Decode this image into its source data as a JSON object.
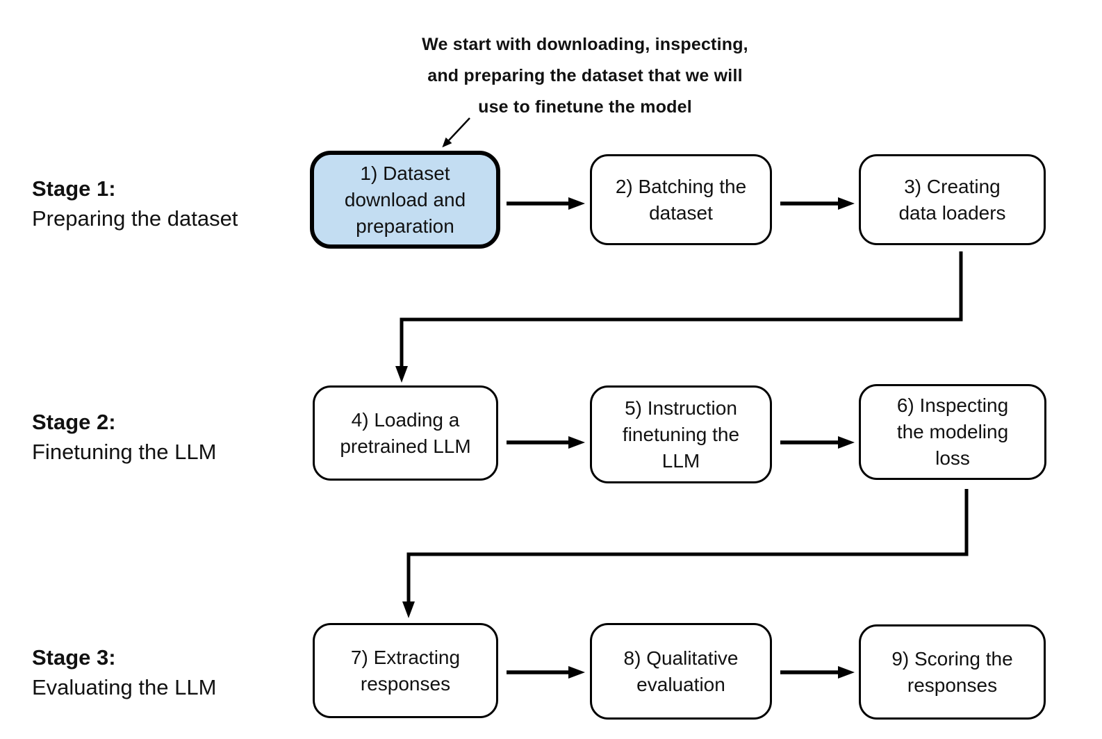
{
  "annotation": {
    "lines": [
      "We start with downloading, inspecting,",
      "and preparing the dataset that we will",
      "use to finetune the model"
    ]
  },
  "stages": [
    {
      "title": "Stage 1:",
      "subtitle": "Preparing the dataset"
    },
    {
      "title": "Stage 2:",
      "subtitle": "Finetuning the LLM"
    },
    {
      "title": "Stage 3:",
      "subtitle": "Evaluating the LLM"
    }
  ],
  "steps": [
    {
      "lines": [
        "1) Dataset",
        "download and",
        "preparation"
      ],
      "highlighted": true
    },
    {
      "lines": [
        "2) Batching the",
        "dataset"
      ],
      "highlighted": false
    },
    {
      "lines": [
        "3) Creating",
        "data loaders"
      ],
      "highlighted": false
    },
    {
      "lines": [
        "4) Loading a",
        "pretrained LLM"
      ],
      "highlighted": false
    },
    {
      "lines": [
        "5) Instruction",
        "finetuning the",
        "LLM"
      ],
      "highlighted": false
    },
    {
      "lines": [
        "6) Inspecting",
        "the modeling",
        "loss"
      ],
      "highlighted": false
    },
    {
      "lines": [
        "7) Extracting",
        "responses"
      ],
      "highlighted": false
    },
    {
      "lines": [
        "8) Qualitative",
        "evaluation"
      ],
      "highlighted": false
    },
    {
      "lines": [
        "9) Scoring the",
        "responses"
      ],
      "highlighted": false
    }
  ],
  "colors": {
    "background": "#ffffff",
    "highlight_fill": "#c3ddf2",
    "box_fill": "#ffffff",
    "line_color": "#000000",
    "text_color": "#111111"
  }
}
